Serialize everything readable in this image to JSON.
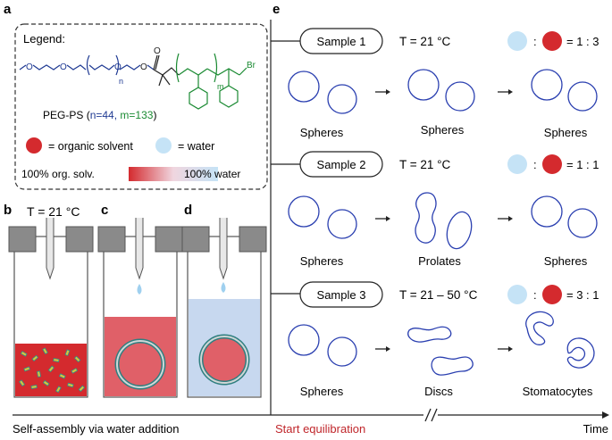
{
  "panels": {
    "a": "a",
    "b": "b",
    "c": "c",
    "d": "d",
    "e": "e"
  },
  "legend": {
    "title": "Legend:",
    "polymer_name": "PEG-PS",
    "polymer_n": "n=44,",
    "polymer_m": "m=133",
    "subscript_n": "n",
    "subscript_m": "m",
    "atom_o": "O",
    "atom_br": "Br",
    "organic_label": "= organic solvent",
    "water_label": "= water",
    "gradient_left": "100% org. solv.",
    "gradient_right": "100% water",
    "colors": {
      "organic": "#d42a2e",
      "water": "#c5e3f6",
      "polymer_blue": "#1f3a93",
      "polymer_green": "#1a8a32"
    }
  },
  "panel_b": {
    "temp": "T = 21 °C"
  },
  "samples": [
    {
      "name": "Sample 1",
      "temp": "T = 21 °C",
      "ratio": "= 1 : 3",
      "colon": ":",
      "shapes": [
        "Spheres",
        "Spheres",
        "Spheres"
      ]
    },
    {
      "name": "Sample 2",
      "temp": "T = 21 °C",
      "ratio": "= 1 : 1",
      "colon": ":",
      "shapes": [
        "Spheres",
        "Prolates",
        "Spheres"
      ]
    },
    {
      "name": "Sample 3",
      "temp": "T = 21 – 50 °C",
      "ratio": "= 3 : 1",
      "colon": ":",
      "shapes": [
        "Spheres",
        "Discs",
        "Stomatocytes"
      ]
    }
  ],
  "timeline": {
    "left": "Self-assembly via water addition",
    "middle": "Start equilibration",
    "right": "Time"
  }
}
